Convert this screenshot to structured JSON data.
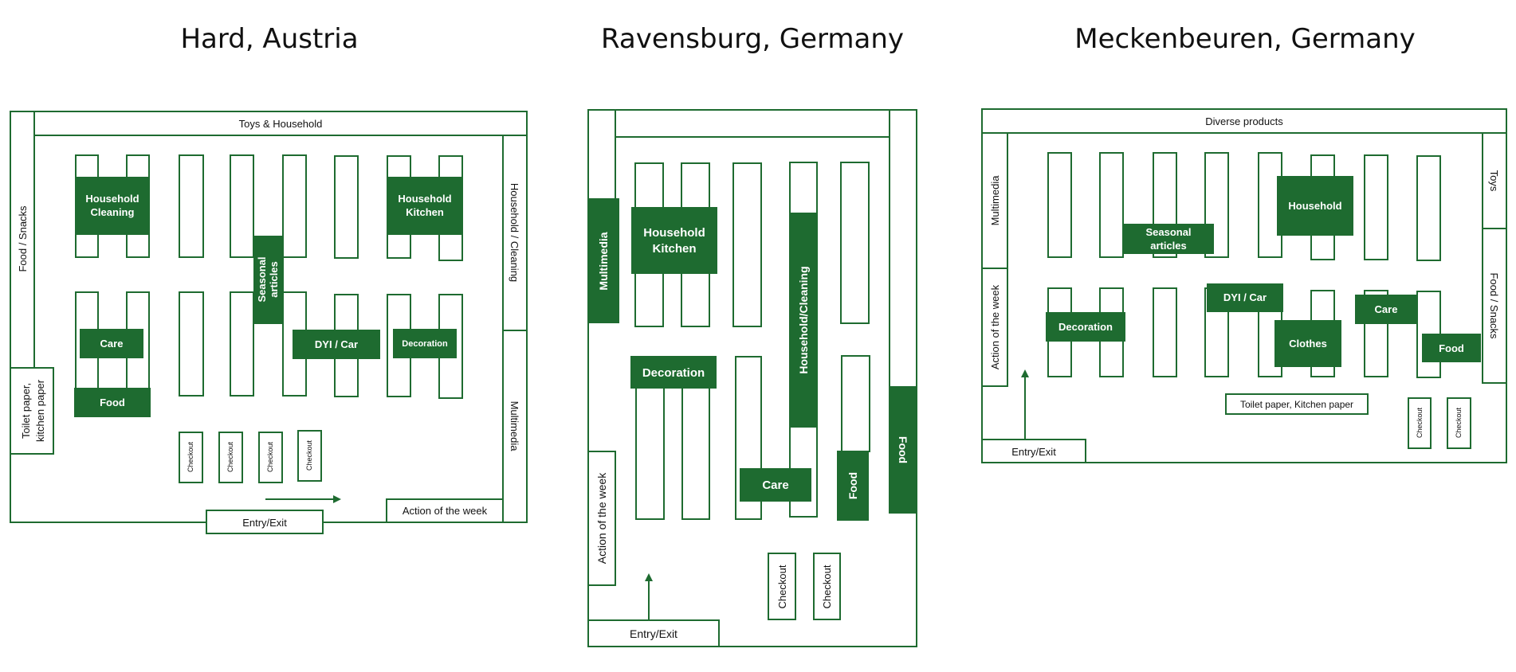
{
  "colors": {
    "accent": "#1e6b30",
    "text": "#111111",
    "background": "#ffffff"
  },
  "stores": {
    "hard": {
      "title": "Hard, Austria",
      "zones": {
        "toys_household": "Toys & Household",
        "food_snacks": "Food / Snacks",
        "toilet_paper_1": "Toilet paper,",
        "toilet_paper_2": "kitchen paper",
        "household_cleaning_right": "Household / Cleaning",
        "multimedia": "Multimedia",
        "action_of_week": "Action of the week",
        "entry_exit": "Entry/Exit"
      },
      "sections": {
        "household_cleaning_1": "Household",
        "household_cleaning_2": "Cleaning",
        "household_kitchen_1": "Household",
        "household_kitchen_2": "Kitchen",
        "seasonal_1": "Seasonal",
        "seasonal_2": "articles",
        "care": "Care",
        "food": "Food",
        "dyi_car": "DYI / Car",
        "decoration": "Decoration"
      },
      "checkouts": [
        "Checkout",
        "Checkout",
        "Checkout",
        "Checkout"
      ]
    },
    "ravensburg": {
      "title": "Ravensburg, Germany",
      "zones": {
        "multimedia": "Multimedia",
        "action_of_week": "Action of the week",
        "food_right": "Food",
        "entry_exit": "Entry/Exit"
      },
      "sections": {
        "household_kitchen_1": "Household",
        "household_kitchen_2": "Kitchen",
        "household_cleaning": "Household/Cleaning",
        "decoration": "Decoration",
        "care": "Care",
        "food": "Food"
      },
      "checkouts": [
        "Checkout",
        "Checkout"
      ]
    },
    "meckenbeuren": {
      "title": "Meckenbeuren, Germany",
      "zones": {
        "diverse_products": "Diverse products",
        "multimedia": "Multimedia",
        "action_of_week": "Action of the week",
        "toys": "Toys",
        "food_snacks": "Food / Snacks",
        "toilet_paper": "Toilet paper, Kitchen paper",
        "entry_exit": "Entry/Exit"
      },
      "sections": {
        "seasonal_1": "Seasonal",
        "seasonal_2": "articles",
        "household": "Household",
        "decoration": "Decoration",
        "dyi_car": "DYI / Car",
        "care": "Care",
        "clothes": "Clothes",
        "food": "Food"
      },
      "checkouts": [
        "Checkout",
        "Checkout"
      ]
    }
  }
}
